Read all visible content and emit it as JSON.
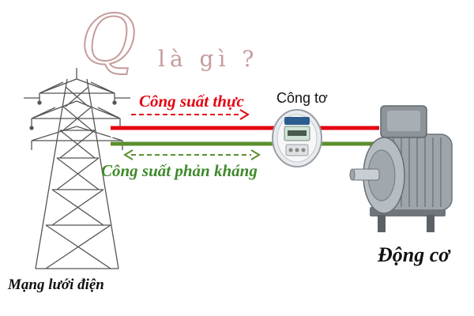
{
  "title": {
    "q_letter": "Q",
    "rest": "là gì ?"
  },
  "labels": {
    "active_power": "Công suất thực",
    "reactive_power": "Công suất phản kháng",
    "meter": "Công tơ",
    "motor": "Động cơ",
    "grid": "Mạng lưới điện"
  },
  "icons": [
    "power-tower-icon",
    "electric-meter-icon",
    "electric-motor-icon"
  ],
  "colors": {
    "active_line": "#e30613",
    "reactive_line": "#5b8f2e",
    "title": "#c79b9b"
  }
}
